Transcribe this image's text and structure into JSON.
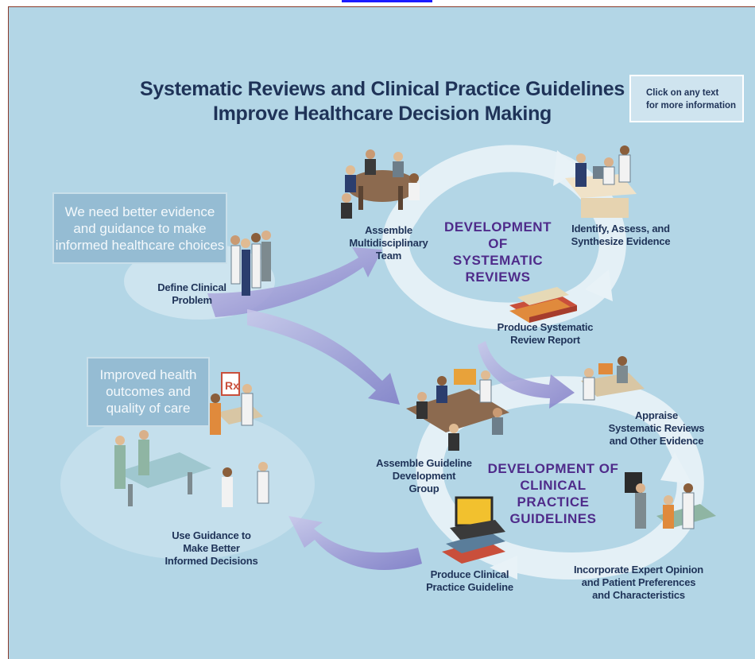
{
  "title": {
    "line1": "Systematic Reviews and Clinical Practice Guidelines",
    "line2": "Improve Healthcare Decision Making"
  },
  "hint": {
    "line1": "Click on any text",
    "line2": "for more information"
  },
  "callouts": {
    "need": {
      "line1": "We need better evidence",
      "line2": "and guidance to make",
      "line3": "informed healthcare choices"
    },
    "outcome": {
      "line1": "Improved health",
      "line2": "outcomes and",
      "line3": "quality of care"
    }
  },
  "phases": {
    "systematic_reviews": {
      "line1": "DEVELOPMENT",
      "line2": "OF SYSTEMATIC",
      "line3": "REVIEWS"
    },
    "guidelines": {
      "line1": "DEVELOPMENT OF",
      "line2": "CLINICAL PRACTICE",
      "line3": "GUIDELINES"
    }
  },
  "steps": {
    "define": {
      "line1": "Define Clinical",
      "line2": "Problem"
    },
    "assemble_team": {
      "line1": "Assemble",
      "line2": "Multidisciplinary",
      "line3": "Team"
    },
    "identify": {
      "line1": "Identify, Assess, and",
      "line2": "Synthesize Evidence"
    },
    "produce_report": {
      "line1": "Produce Systematic",
      "line2": "Review Report"
    },
    "appraise": {
      "line1": "Appraise",
      "line2": "Systematic Reviews",
      "line3": "and Other Evidence"
    },
    "assemble_group": {
      "line1": "Assemble Guideline",
      "line2": "Development",
      "line3": "Group"
    },
    "incorporate": {
      "line1": "Incorporate Expert Opinion",
      "line2": "and Patient Preferences",
      "line3": "and Characteristics"
    },
    "produce_guideline": {
      "line1": "Produce Clinical",
      "line2": "Practice Guideline"
    },
    "use_guidance": {
      "line1": "Use Guidance to",
      "line2": "Make Better",
      "line3": "Informed Decisions"
    }
  },
  "colors": {
    "background": "#b3d6e6",
    "title": "#1f3358",
    "phase_label": "#4f2b8a",
    "arrow_light": "#e8f2f7",
    "arrow_purple": "#8a86cc"
  }
}
